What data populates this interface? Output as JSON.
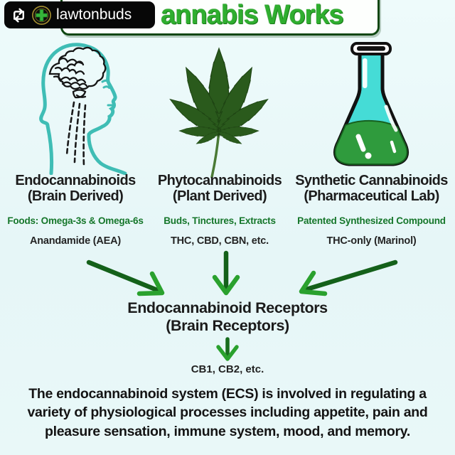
{
  "colors": {
    "background": "#e8f8f8",
    "title_green": "#2fae2f",
    "subtitle_green": "#15762a",
    "arrow_green": "#14611a",
    "head_teal": "#3fbdb5",
    "leaf_green": "#2a5a1c",
    "flask_cyan": "#45dcd6",
    "liquid_green": "#2f9b3d",
    "label_black": "#070707"
  },
  "repost_bar": {
    "username": "lawtonbuds"
  },
  "title": {
    "visible_text": "annabis Works"
  },
  "columns": [
    {
      "heading": "Endocannabinoids",
      "subheading": "(Brain Derived)",
      "source_line": "Foods: Omega-3s & Omega-6s",
      "compound_line": "Anandamide (AEA)",
      "illustration": "brain-head-profile"
    },
    {
      "heading": "Phytocannabinoids",
      "subheading": "(Plant Derived)",
      "source_line": "Buds, Tinctures, Extracts",
      "compound_line": "THC, CBD, CBN, etc.",
      "illustration": "cannabis-leaf"
    },
    {
      "heading": "Synthetic Cannabinoids",
      "subheading": "(Pharmaceutical Lab)",
      "source_line": "Patented Synthesized Compound",
      "compound_line": "THC-only (Marinol)",
      "illustration": "erlenmeyer-flask"
    }
  ],
  "receptors": {
    "heading": "Endocannabinoid Receptors",
    "subheading": "(Brain Receptors)",
    "examples": "CB1, CB2, etc."
  },
  "footer": {
    "text": "The endocannabinoid system (ECS) is involved in regulating a variety of physiological processes including appetite, pain and pleasure sensation, immune system, mood, and memory."
  }
}
